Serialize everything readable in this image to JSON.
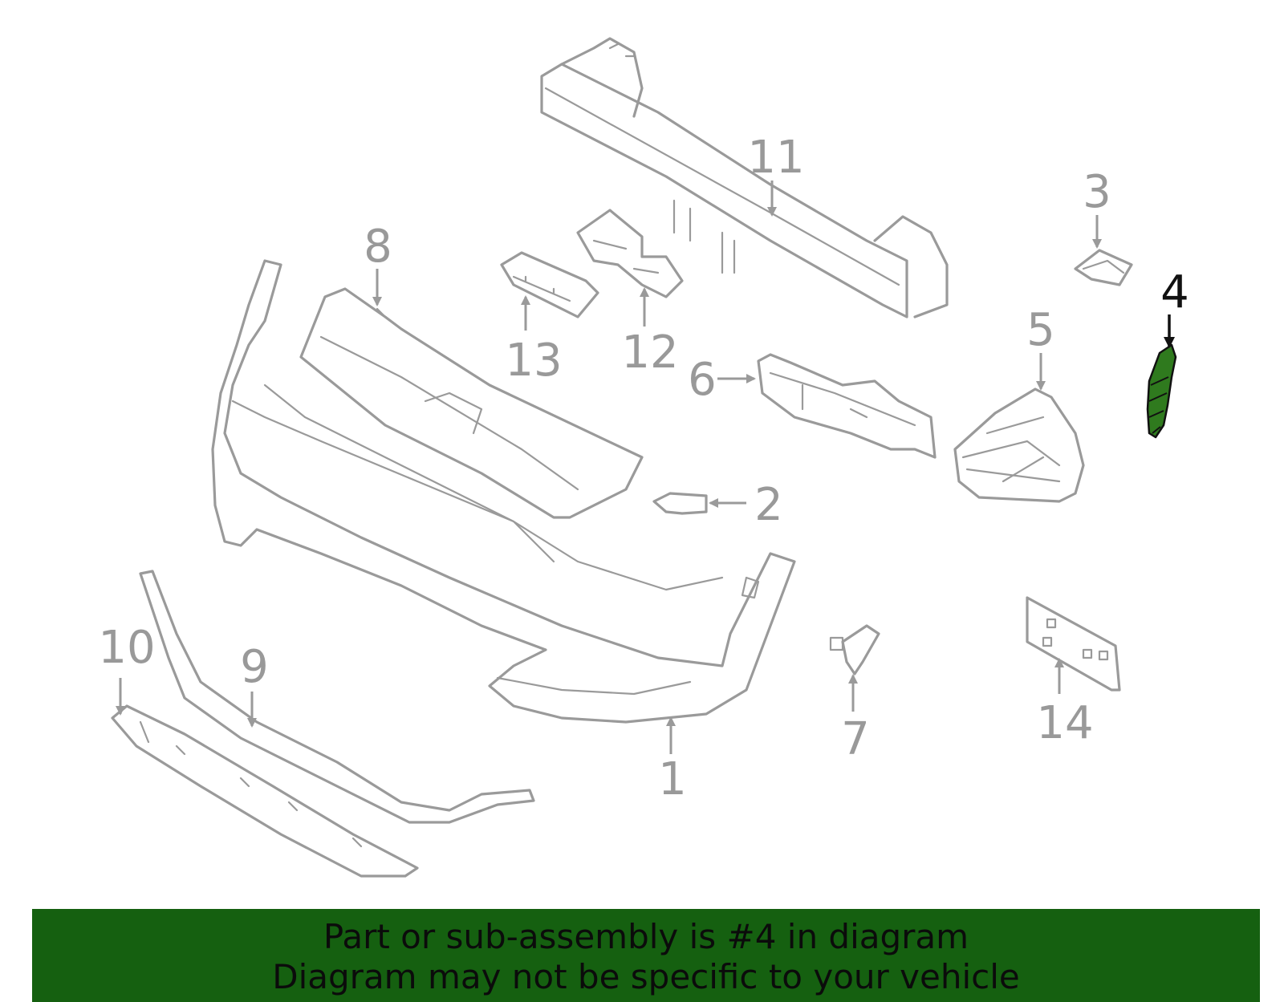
{
  "diagram": {
    "highlight_callout": "4",
    "highlight_color": "#2f7a1e",
    "line_color": "#9a9a9a",
    "callouts": {
      "c1": "1",
      "c2": "2",
      "c3": "3",
      "c4": "4",
      "c5": "5",
      "c6": "6",
      "c7": "7",
      "c8": "8",
      "c9": "9",
      "c10": "10",
      "c11": "11",
      "c12": "12",
      "c13": "13",
      "c14": "14"
    }
  },
  "banner": {
    "line1": "Part or sub-assembly is #4 in diagram",
    "line2": "Diagram may not be specific to your vehicle",
    "background": "#156010"
  }
}
